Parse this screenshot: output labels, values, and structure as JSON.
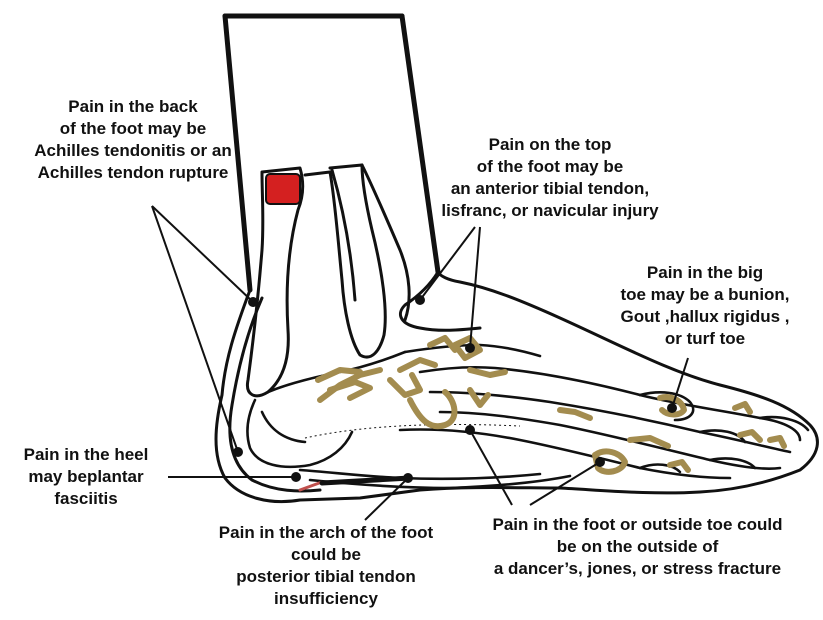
{
  "labels": {
    "back": {
      "lines": [
        "Pain in the back",
        "of the foot may be",
        "Achilles tendonitis or an",
        "Achilles tendon rupture"
      ]
    },
    "top": {
      "lines": [
        "Pain on the top",
        "of the foot may be",
        "an anterior tibial tendon,",
        "lisfranc, or navicular injury"
      ]
    },
    "big_toe": {
      "lines": [
        "Pain in the big",
        "toe may be a bunion,",
        "Gout ,hallux rigidus ,",
        "or turf toe"
      ]
    },
    "heel": {
      "lines": [
        "Pain in the heel",
        "may beplantar",
        "fasciitis"
      ]
    },
    "arch": {
      "lines": [
        "Pain in the arch of the foot",
        "could be",
        "posterior tibial tendon",
        "insufficiency"
      ]
    },
    "outside": {
      "lines": [
        "Pain in the foot or outside toe could",
        "be on the outside of",
        "a dancer’s, jones, or stress fracture"
      ]
    }
  },
  "colors": {
    "outline": "#111111",
    "bone_highlight": "#a38c4f",
    "achilles_marker": "#d42020",
    "plantar_marker": "#c0504d"
  }
}
